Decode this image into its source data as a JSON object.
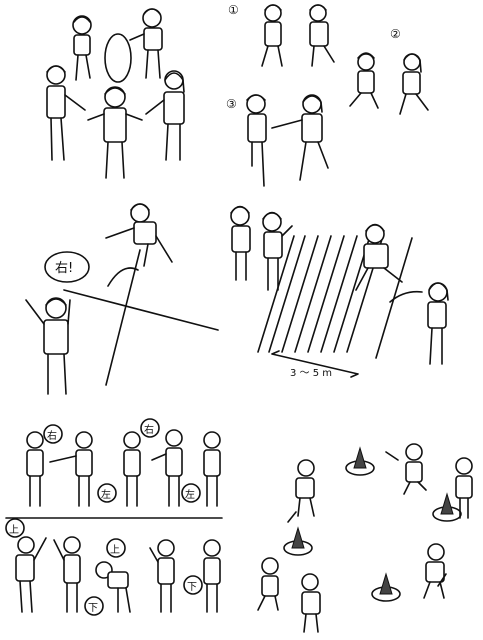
{
  "panels": {
    "hoop": {},
    "jump": {
      "markers": {
        "m1": "①",
        "m2": "②",
        "m3": "③"
      }
    },
    "pole": {
      "speech": "右!"
    },
    "ladder": {
      "distance": "3 〜 5 m"
    },
    "mirror": {
      "top_labels": {
        "l1": "右",
        "l2": "右",
        "l3": "左",
        "l4": "左"
      },
      "bottom_labels": {
        "l1": "上",
        "l2": "上",
        "l3": "下",
        "l4": "下"
      }
    },
    "square": {}
  }
}
